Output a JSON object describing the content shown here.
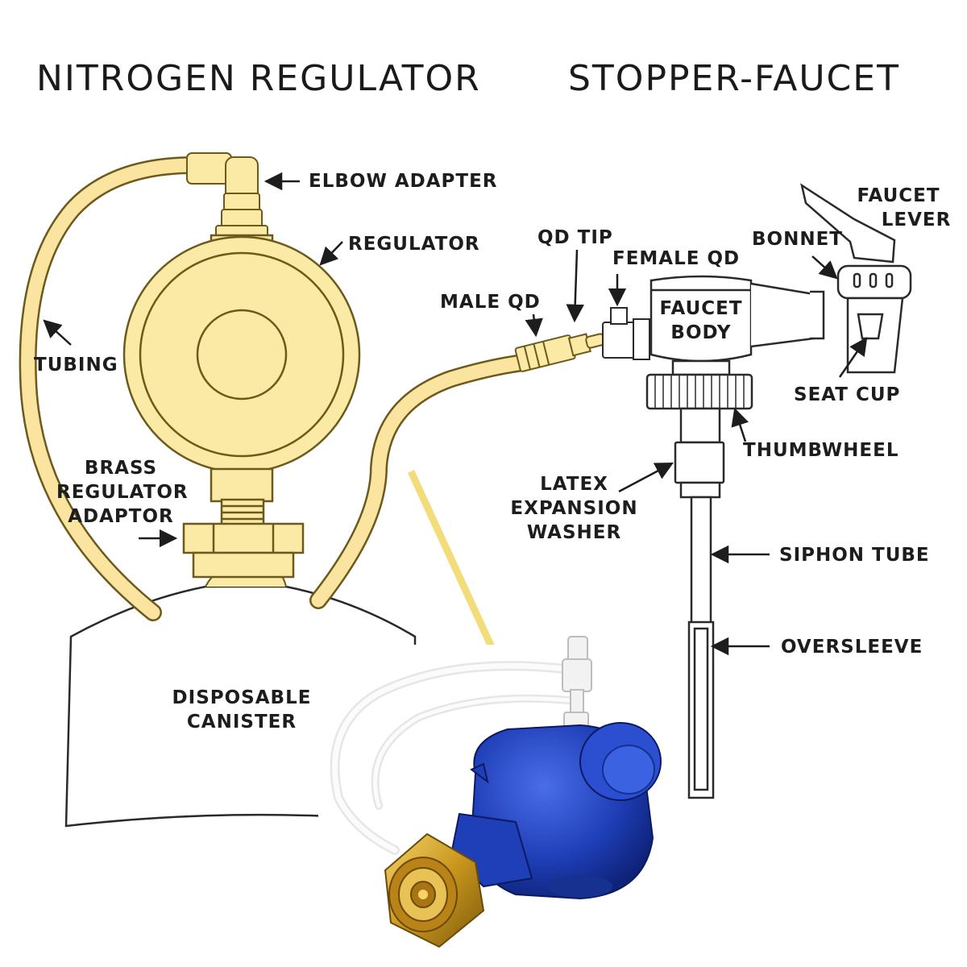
{
  "titles": {
    "left": "NITROGEN REGULATOR",
    "right": "STOPPER-FAUCET"
  },
  "labels": {
    "elbow_adapter": "ELBOW ADAPTER",
    "regulator": "REGULATOR",
    "tubing": "TUBING",
    "brass_adaptor_line1": "BRASS",
    "brass_adaptor_line2": "REGULATOR",
    "brass_adaptor_line3": "ADAPTOR",
    "disposable_canister_line1": "DISPOSABLE",
    "disposable_canister_line2": "CANISTER",
    "male_qd": "MALE QD",
    "qd_tip": "QD TIP",
    "female_qd": "FEMALE QD",
    "faucet_body_line1": "FAUCET",
    "faucet_body_line2": "BODY",
    "bonnet": "BONNET",
    "faucet_lever_line1": "FAUCET",
    "faucet_lever_line2": "LEVER",
    "seat_cup": "SEAT CUP",
    "thumbwheel": "THUMBWHEEL",
    "latex_washer_line1": "LATEX",
    "latex_washer_line2": "EXPANSION",
    "latex_washer_line3": "WASHER",
    "siphon_tube": "SIPHON TUBE",
    "oversleeve": "OVERSLEEVE"
  },
  "colors": {
    "brass_fill": "#fbe9a6",
    "brass_outline": "#6b5a1c",
    "tubing": "#f2d27a",
    "ink": "#1d1d1d",
    "regulator_blue": "#1f3fb8",
    "brass_photo": "#c9961d"
  }
}
